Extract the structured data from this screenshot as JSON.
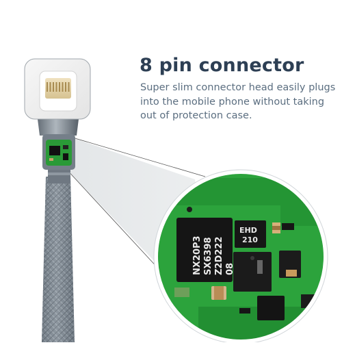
{
  "headline": "8 pin connector",
  "description": "Super slim connector head easily plugs into the mobile phone without taking out of protection case.",
  "chip_labels": {
    "main_ic": [
      "NX20P3",
      "SX6398",
      "Z2D222",
      "08"
    ],
    "small_ic": [
      "EHD",
      "210"
    ]
  },
  "colors": {
    "headline": "#2d3f54",
    "description": "#5b6e80",
    "pcb_green": "#2ca33c",
    "cable_gray": "#7b8590"
  }
}
